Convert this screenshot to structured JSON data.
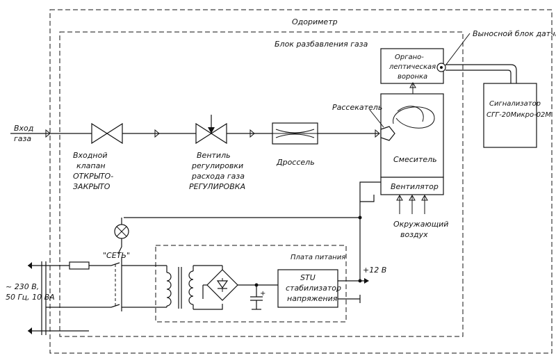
{
  "labels": {
    "odorimeter": "Одориметр",
    "dilution_block": "Блок разбавления газа",
    "remote_sensor": "Выносной блок датчика",
    "gas_input_1": "Вход",
    "gas_input_2": "газа",
    "inlet_valve_1": "Входной",
    "inlet_valve_2": "клапан",
    "inlet_valve_3": "ОТКРЫТО-",
    "inlet_valve_4": "ЗАКРЫТО",
    "reg_valve_1": "Вентиль",
    "reg_valve_2": "регулировки",
    "reg_valve_3": "расхода газа",
    "reg_valve_4": "РЕГУЛИРОВКА",
    "throttle": "Дроссель",
    "funnel_1": "Органо-",
    "funnel_2": "лептическая",
    "funnel_3": "воронка",
    "diffuser": "Рассекатель",
    "mixer": "Смеситель",
    "fan": "Вентилятор",
    "ambient_1": "Окружающий",
    "ambient_2": "воздух",
    "alarm_1": "Сигнализатор",
    "alarm_2": "СГГ-20Микро-02М",
    "power_board": "Плата питания",
    "stabilizer_1": "STU",
    "stabilizer_2": "стабилизатор",
    "stabilizer_3": "напряжения",
    "plus12": "+12 В",
    "switch": "\"СЕТЬ\"",
    "mains_1": "~ 230 В,",
    "mains_2": "50 Гц, 10 ВА"
  }
}
